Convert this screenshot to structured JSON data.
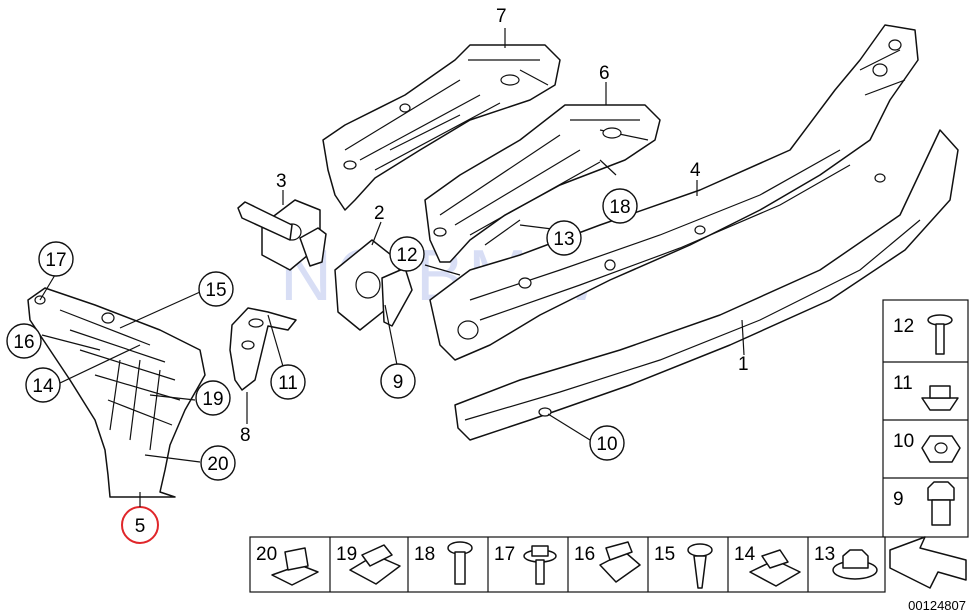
{
  "diagram": {
    "watermark": "NC BMW",
    "document_number": "00124807",
    "callouts": [
      {
        "id": "c7",
        "label": "7",
        "circled": false
      },
      {
        "id": "c6",
        "label": "6",
        "circled": false
      },
      {
        "id": "c4",
        "label": "4",
        "circled": false
      },
      {
        "id": "c3",
        "label": "3",
        "circled": false
      },
      {
        "id": "c2",
        "label": "2",
        "circled": false
      },
      {
        "id": "c1",
        "label": "1",
        "circled": false
      },
      {
        "id": "c8",
        "label": "8",
        "circled": false
      },
      {
        "id": "c18",
        "label": "18",
        "circled": true
      },
      {
        "id": "c13",
        "label": "13",
        "circled": true
      },
      {
        "id": "c12",
        "label": "12",
        "circled": true
      },
      {
        "id": "c9",
        "label": "9",
        "circled": true
      },
      {
        "id": "c10",
        "label": "10",
        "circled": true
      },
      {
        "id": "c11",
        "label": "11",
        "circled": true
      },
      {
        "id": "c17",
        "label": "17",
        "circled": true
      },
      {
        "id": "c15",
        "label": "15",
        "circled": true
      },
      {
        "id": "c16",
        "label": "16",
        "circled": true
      },
      {
        "id": "c14",
        "label": "14",
        "circled": true
      },
      {
        "id": "c19",
        "label": "19",
        "circled": true
      },
      {
        "id": "c20",
        "label": "20",
        "circled": true
      },
      {
        "id": "c5",
        "label": "5",
        "circled": true,
        "highlight": true
      }
    ],
    "side_table": [
      "12",
      "11",
      "10",
      "9"
    ],
    "bottom_table": [
      "20",
      "19",
      "18",
      "17",
      "16",
      "15",
      "14",
      "13"
    ],
    "colors": {
      "ink": "#111111",
      "highlight": "#e0262a",
      "watermark": "#b9c4ee"
    }
  }
}
